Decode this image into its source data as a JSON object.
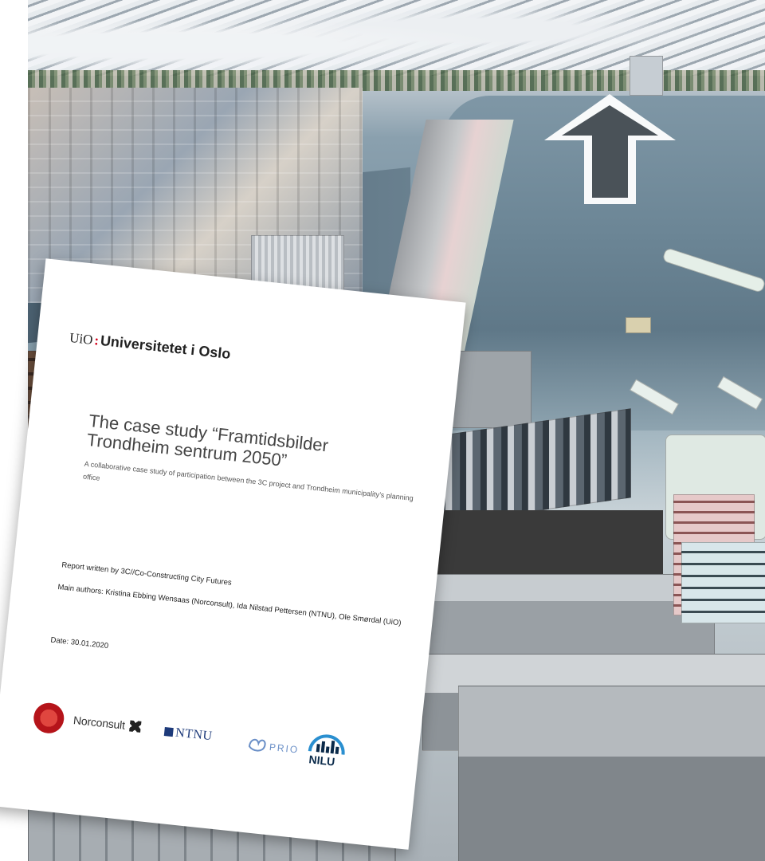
{
  "cover": {
    "uio_prefix": "UiO",
    "uio_colon": ":",
    "uio_name": "Universitetet i Oslo",
    "title": "The case study “Framtidsbilder Trondheim sentrum 2050”",
    "subtitle": "A collaborative case study of participation between the 3C project and Trondheim municipality’s planning office",
    "written_by": "Report written by 3C//Co-Constructing City Futures",
    "authors": "Main authors: Kristina Ebbing Wensaas (Norconsult), Ida Nilstad Pettersen (NTNU), Ole Smørdal (UiO)",
    "date": "Date: 30.01.2020"
  },
  "logos": {
    "norconsult": "Norconsult",
    "ntnu": "NTNU",
    "prio": "PRIO",
    "nilu": "NILU"
  },
  "icons": {
    "arrow": "up-arrow-icon",
    "seal": "uio-seal-icon"
  },
  "colors": {
    "uio_red": "#d4001a",
    "ntnu_blue": "#1d3a7a",
    "prio_blue": "#6a8fc7",
    "nilu_navy": "#0a2a4a"
  }
}
